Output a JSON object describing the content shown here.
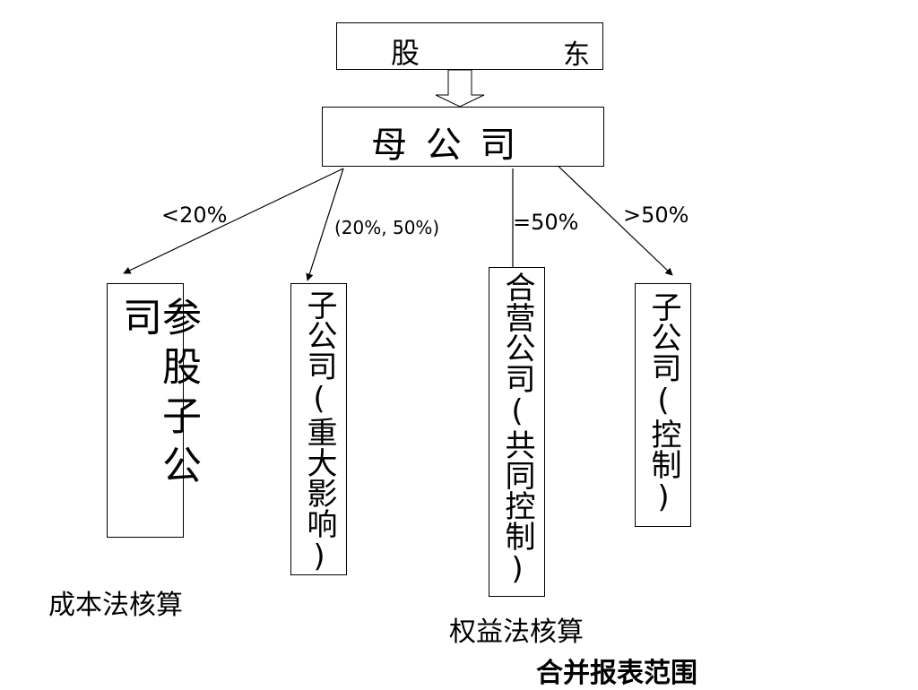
{
  "shareholder": {
    "char1": "股",
    "char2": "东"
  },
  "parent": {
    "label": "母 公 司"
  },
  "edges": {
    "lt20": "<20%",
    "range": "(20%, 50%)",
    "eq50": "=50%",
    "gt50": ">50%"
  },
  "children": {
    "associate": "参股子公司",
    "significant": "子公司(重大影响)",
    "joint": "合营公司(共同控制)",
    "control": "子公司(控制)"
  },
  "notes": {
    "cost": "成本法核算",
    "equity": "权益法核算",
    "consolidation": "合并报表范围"
  }
}
